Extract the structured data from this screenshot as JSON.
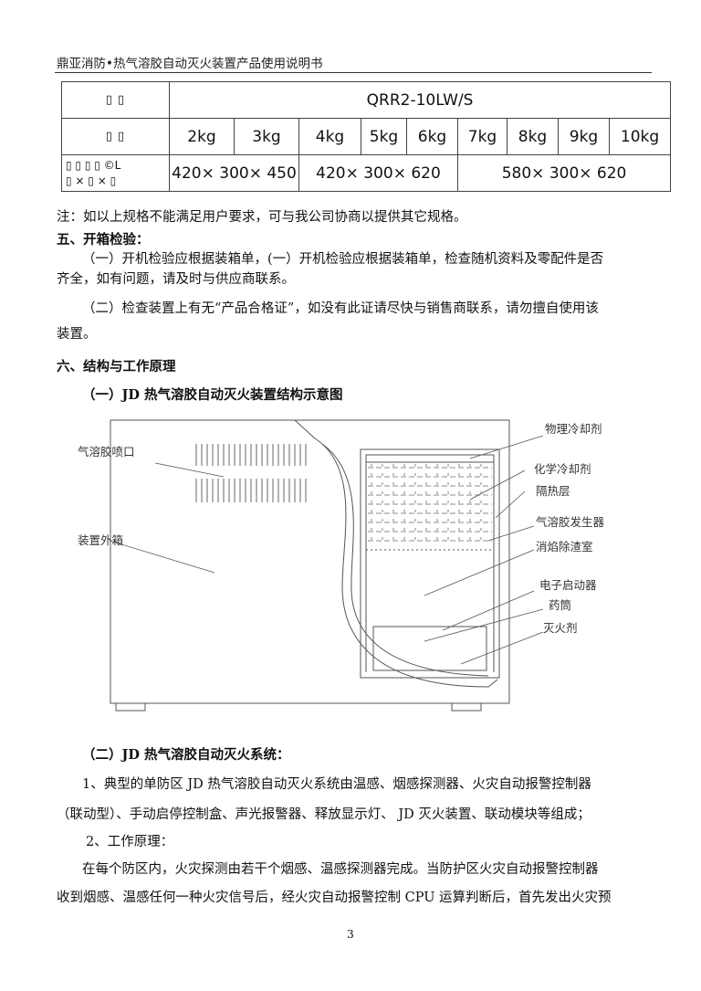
{
  "header": {
    "title": "鼎亚消防•热气溶胶自动灭火装置产品使用说明书"
  },
  "table": {
    "row1": {
      "label": "▯  ▯",
      "model": "QRR2-10LW/S"
    },
    "row2": {
      "label": "▯  ▯",
      "weights": [
        "2kg",
        "3kg",
        "4kg",
        "5kg",
        "6kg",
        "7kg",
        "8kg",
        "9kg",
        "10kg"
      ]
    },
    "row3": {
      "label_line1": "▯ ▯ ▯ ▯ ©L",
      "label_line2": "▯ × ▯ × ▯",
      "dims": [
        "420× 300× 450",
        "420× 300× 620",
        "580× 300× 620"
      ]
    }
  },
  "body": {
    "note": "注：如以上规格不能满足用户要求，可与我公司协商以提供其它规格。",
    "s5_title": "五、开箱检验：",
    "s5_p1_l1": "（一）开机检验应根据装箱单，(一）开机检验应根据装箱单，检查随机资料及零配件是否",
    "s5_p1_l2": "齐全，如有问题，请及时与供应商联系。",
    "s5_p2_l1": "（二）检查装置上有无“产品合格证”，如没有此证请尽快与销售商联系，请勿擅自使用该",
    "s5_p2_l2": "装置。",
    "s6_title": "六、结构与工作原理",
    "s6_sub1": "（一）JD 热气溶胶自动灭火装置结构示意图",
    "s6_sub2": "（二）JD 热气溶胶自动灭火系统：",
    "s6_p1_l1": "1、典型的单防区 JD 热气溶胶自动灭火系统由温感、烟感探测器、火灾自动报警控制器",
    "s6_p1_l2": "（联动型）、手动启停控制盒、声光报警器、释放显示灯、 JD 灭火装置、联动模块等组成；",
    "s6_p2": "2、工作原理：",
    "s6_p3_l1": "在每个防区内，火灾探测由若干个烟感、温感探测器完成。当防护区火灾自动报警控制器",
    "s6_p3_l2": "收到烟感、温感任何一种火灾信号后，经火灾自动报警控制 CPU 运算判断后，首先发出火灾预"
  },
  "diagram": {
    "labels": {
      "nozzle": "气溶胶喷口",
      "outer_box": "装置外箱",
      "physical_coolant": "物理冷却剂",
      "chemical_coolant": "化学冷却剂",
      "insulation": "隔热层",
      "generator": "气溶胶发生器",
      "flame_chamber": "消焰除渣室",
      "starter": "电子启动器",
      "cartridge": "药筒",
      "agent": "灭火剂"
    }
  },
  "page_number": "3"
}
